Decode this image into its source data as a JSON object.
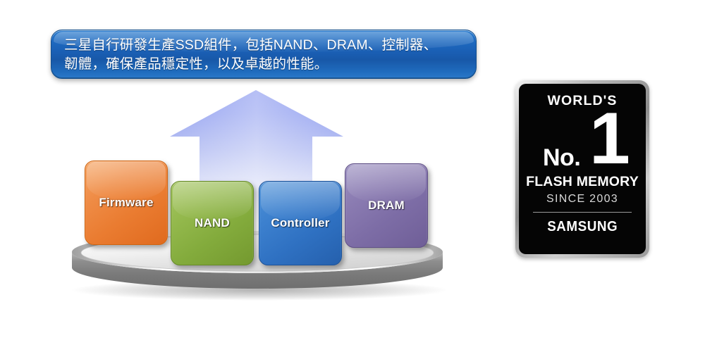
{
  "callout": {
    "text": "三星自行研發生產SSD組件，包括NAND、DRAM、控制器、\n韌體，確保產品穩定性，以及卓越的性能。",
    "background_color": "#1a5fb4",
    "text_color": "#ffffff"
  },
  "diagram": {
    "arrow": {
      "name": "upward-arrow",
      "color_top": "#9aa6ee",
      "color_bottom": "#ffffff"
    },
    "platform": {
      "name": "disc-platform",
      "color": "#9c9c9c"
    },
    "blocks": [
      {
        "label": "Firmware",
        "color": "#ea7c31",
        "accent": "orange"
      },
      {
        "label": "NAND",
        "color": "#83ab3c",
        "accent": "green"
      },
      {
        "label": "Controller",
        "color": "#2f71c2",
        "accent": "blue"
      },
      {
        "label": "DRAM",
        "color": "#7d6da6",
        "accent": "purple"
      }
    ]
  },
  "badge": {
    "worlds": "WORLD'S",
    "no": "No.",
    "number": "1",
    "category": "FLASH MEMORY",
    "since": "SINCE 2003",
    "brand": "SAMSUNG",
    "background_color": "#050505",
    "border_color": "#b8b8b8",
    "text_color": "#ffffff"
  }
}
